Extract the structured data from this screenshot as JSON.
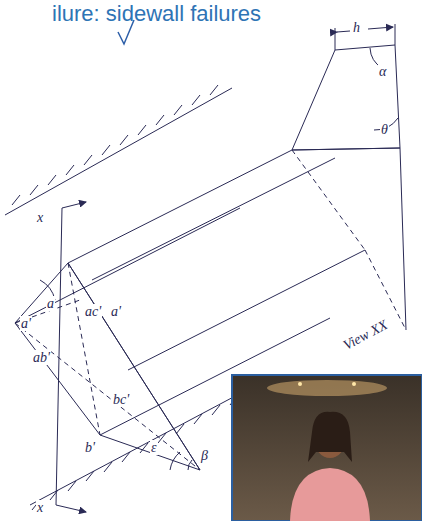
{
  "diagram": {
    "title": "ilure: sidewall failures",
    "labels": [
      "x",
      "a",
      "a'",
      "ac'",
      "a'",
      "ab'",
      "bc'",
      "b'",
      "ε",
      "β",
      "h",
      "α",
      "θ",
      "View XX",
      "x"
    ]
  }
}
